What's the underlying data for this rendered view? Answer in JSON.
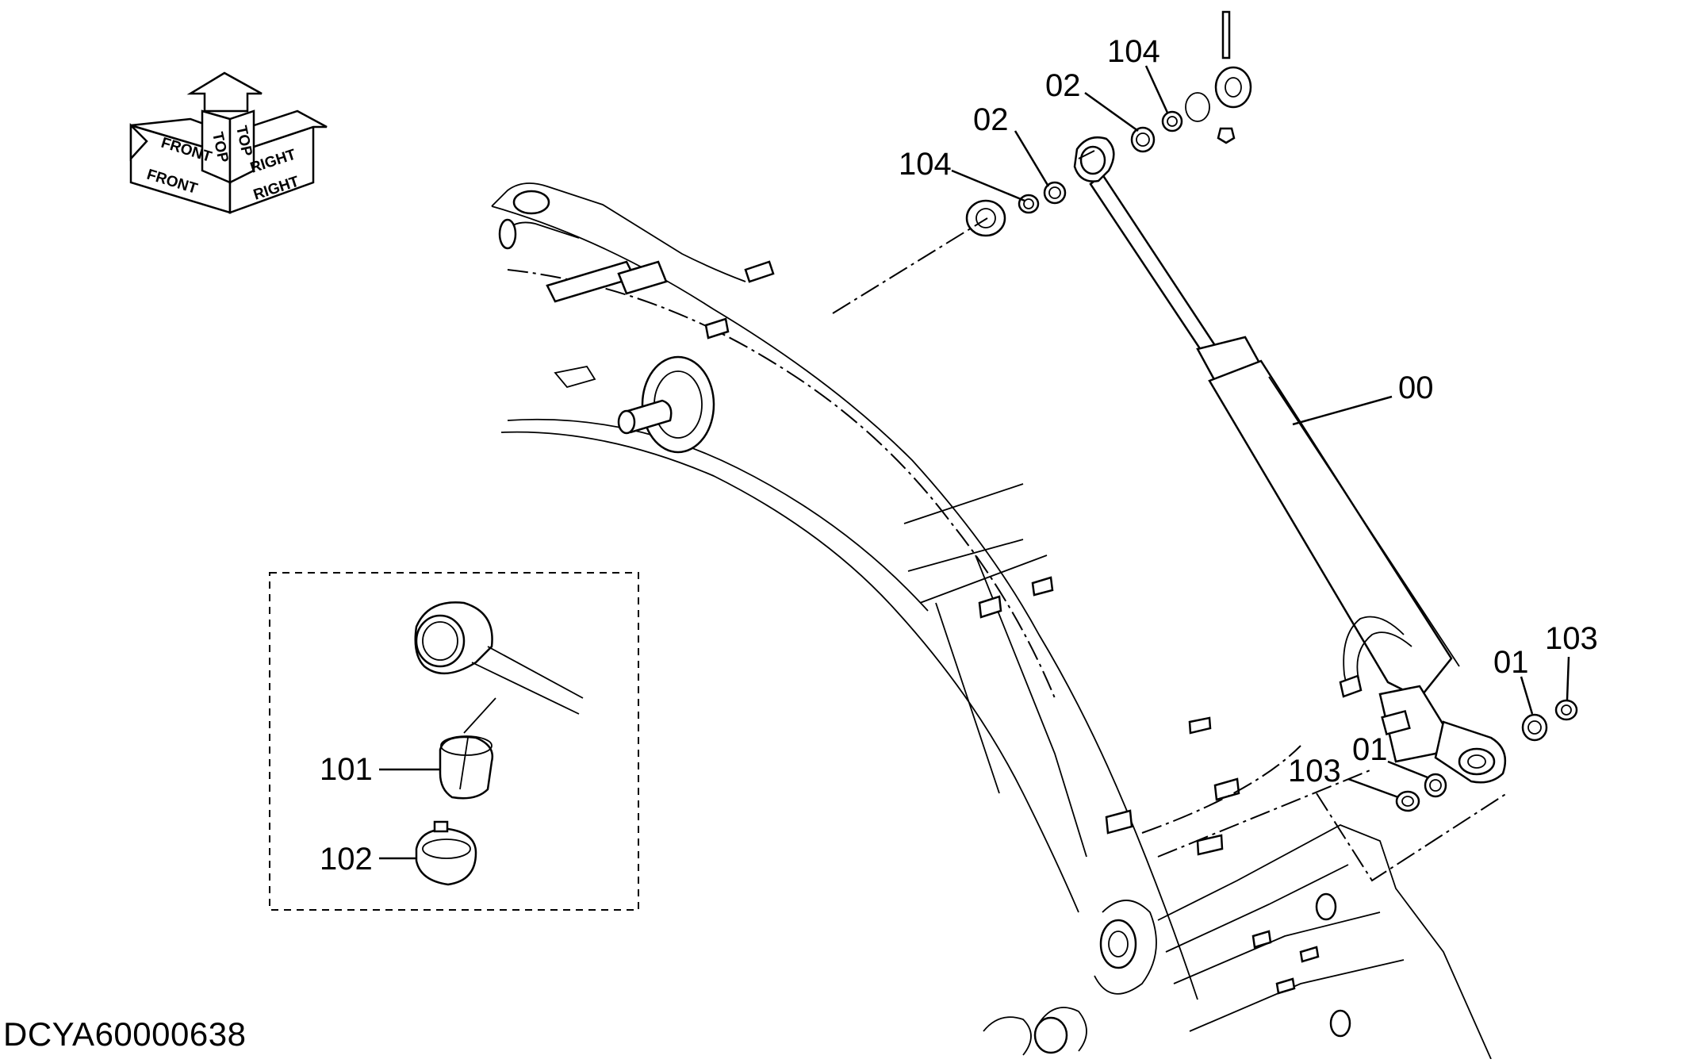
{
  "drawing_code": "DCYA60000638",
  "orientation_labels": {
    "front_top": "FRONT",
    "front_side": "FRONT",
    "top_front": "TOP",
    "top_side": "TOP",
    "right_top": "RIGHT",
    "right_side": "RIGHT"
  },
  "callouts": {
    "c00": "00",
    "c01_left": "01",
    "c01_right": "01",
    "c02_left": "02",
    "c02_right": "02",
    "c101": "101",
    "c102": "102",
    "c103_left": "103",
    "c103_right": "103",
    "c104_left": "104",
    "c104_right": "104"
  }
}
